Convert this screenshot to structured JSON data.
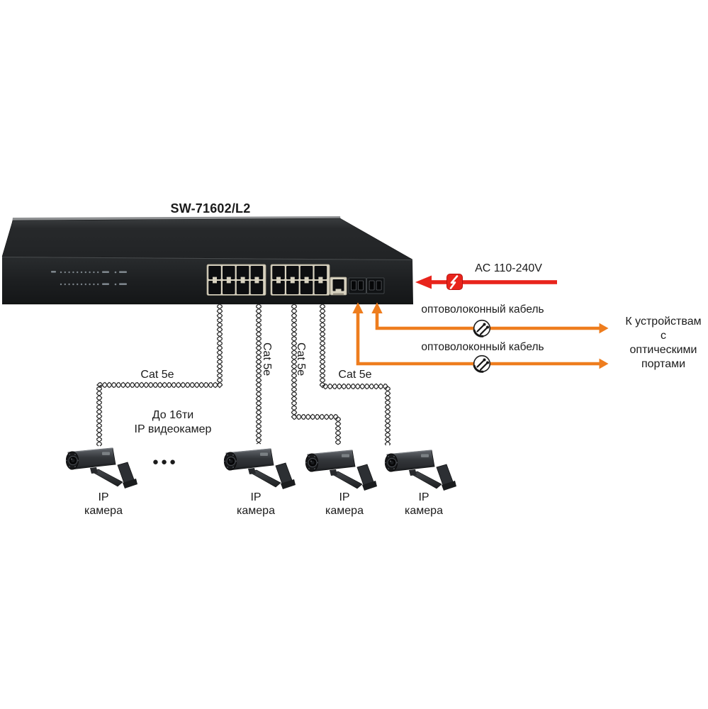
{
  "device": {
    "model": "SW-71602/L2",
    "rj45_ports": 16,
    "sfp_ports": 2,
    "console_ports": 1
  },
  "power": {
    "label": "AC 110-240V"
  },
  "fiber_links": [
    {
      "label": "оптоволоконный кабель"
    },
    {
      "label": "оптоволоконный кабель"
    }
  ],
  "fiber_destination": [
    "К устройствам",
    "с",
    "оптическими",
    "портами"
  ],
  "camera_note": [
    "До 16ти",
    "IP видеокамер"
  ],
  "ellipsis": "●●●",
  "cat5e_labels": [
    {
      "label": "Cat 5e"
    },
    {
      "label": "Cat 5e"
    },
    {
      "label": "Cat 5e"
    },
    {
      "label": "Cat 5e"
    }
  ],
  "cameras": [
    {
      "line1": "IP",
      "line2": "камера"
    },
    {
      "line1": "IP",
      "line2": "камера"
    },
    {
      "line1": "IP",
      "line2": "камера"
    },
    {
      "line1": "IP",
      "line2": "камера"
    }
  ],
  "colors": {
    "fiber": "#ee7d1e",
    "power": "#e8241c",
    "cable": "#2d2d2d"
  }
}
